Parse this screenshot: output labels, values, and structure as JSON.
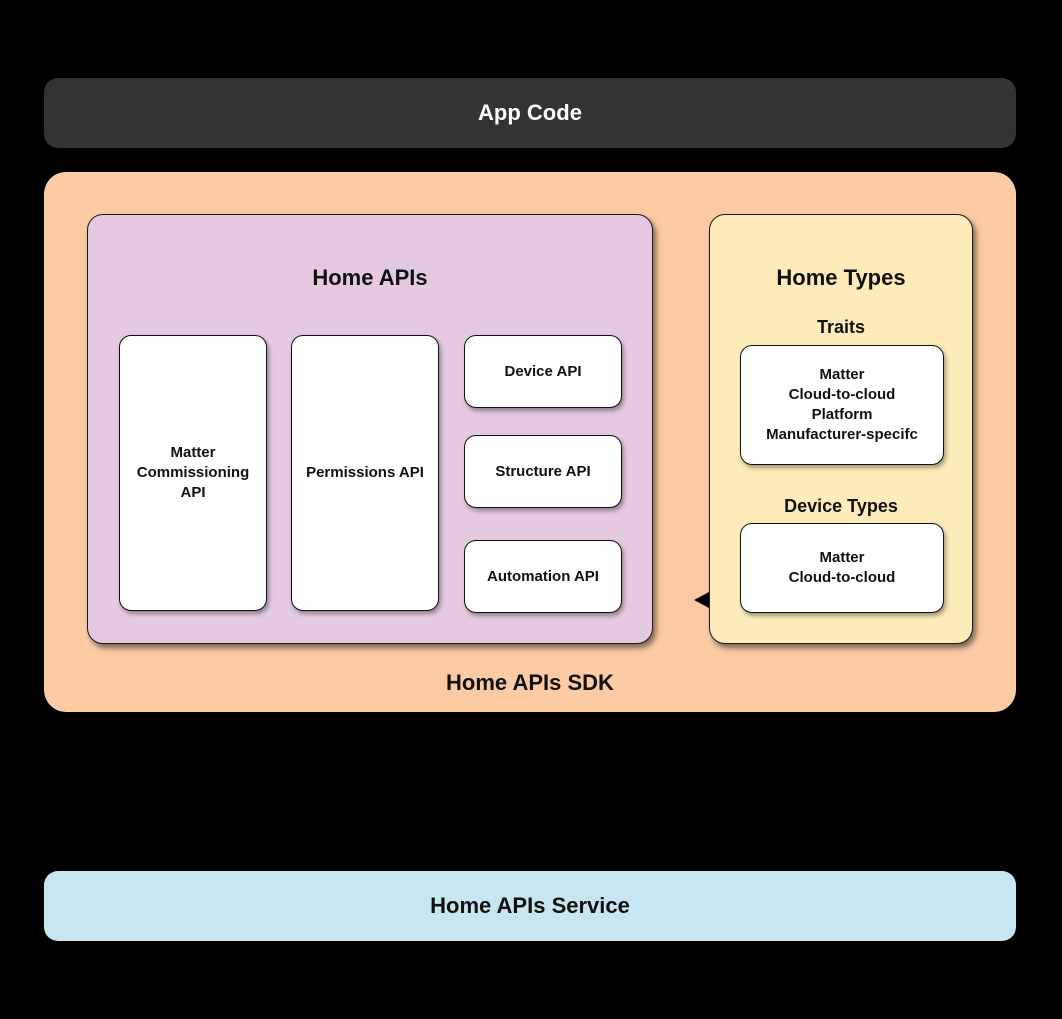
{
  "colors": {
    "background": "#000000",
    "app_code_bg": "#333333",
    "app_code_text": "#ffffff",
    "sdk_bg": "#FCCBA4",
    "home_apis_bg": "#E4C9E0",
    "home_types_bg": "#FDEBB9",
    "service_bg": "#C8E6EF",
    "inner_box_bg": "#ffffff",
    "text": "#111111"
  },
  "app_code": {
    "label": "App Code"
  },
  "sdk": {
    "label": "Home APIs SDK",
    "home_apis": {
      "title": "Home APIs",
      "matter_commissioning_api": "Matter Commissioning API",
      "permissions_api": "Permissions API",
      "device_api": "Device API",
      "structure_api": "Structure API",
      "automation_api": "Automation API"
    },
    "home_types": {
      "title": "Home Types",
      "traits": {
        "title": "Traits",
        "items": [
          "Matter",
          "Cloud-to-cloud",
          "Platform",
          "Manufacturer-specifc"
        ]
      },
      "device_types": {
        "title": "Device Types",
        "items": [
          "Matter",
          "Cloud-to-cloud"
        ]
      }
    }
  },
  "service": {
    "label": "Home APIs Service"
  }
}
